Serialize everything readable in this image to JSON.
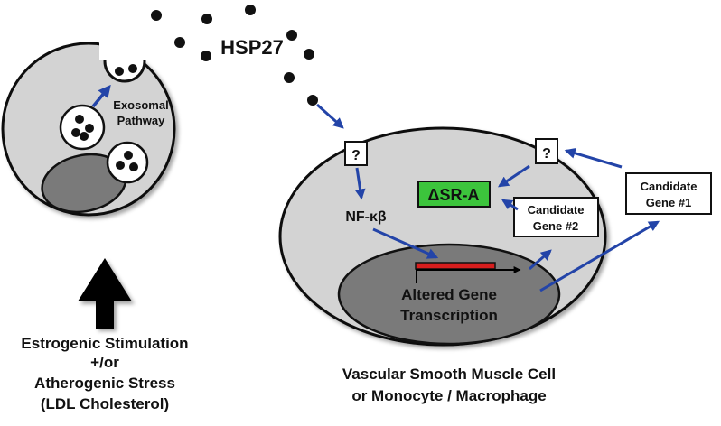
{
  "labels": {
    "hsp27": "HSP27",
    "exosomal_line1": "Exosomal",
    "exosomal_line2": "Pathway",
    "question_left": "?",
    "question_right": "?",
    "nfkb": "NF-κβ",
    "delta_sra": "ΔSR-A",
    "candidate2_line1": "Candidate",
    "candidate2_line2": "Gene #2",
    "candidate1_line1": "Candidate",
    "candidate1_line2": "Gene #1",
    "altered_line1": "Altered Gene",
    "altered_line2": "Transcription",
    "stim_line1": "Estrogenic Stimulation",
    "stim_line2": "+/or",
    "stim_line3": "Atherogenic Stress",
    "stim_line4": "(LDL Cholesterol)",
    "cell_line1": "Vascular Smooth Muscle Cell",
    "cell_line2": "or Monocyte / Macrophage"
  },
  "colors": {
    "cell_fill": "#d3d3d3",
    "nucleus_fill": "#7a7a7a",
    "arrow_blue": "#2344a8",
    "sra_green": "#3cc43c",
    "promoter_red": "#d81e1e"
  }
}
